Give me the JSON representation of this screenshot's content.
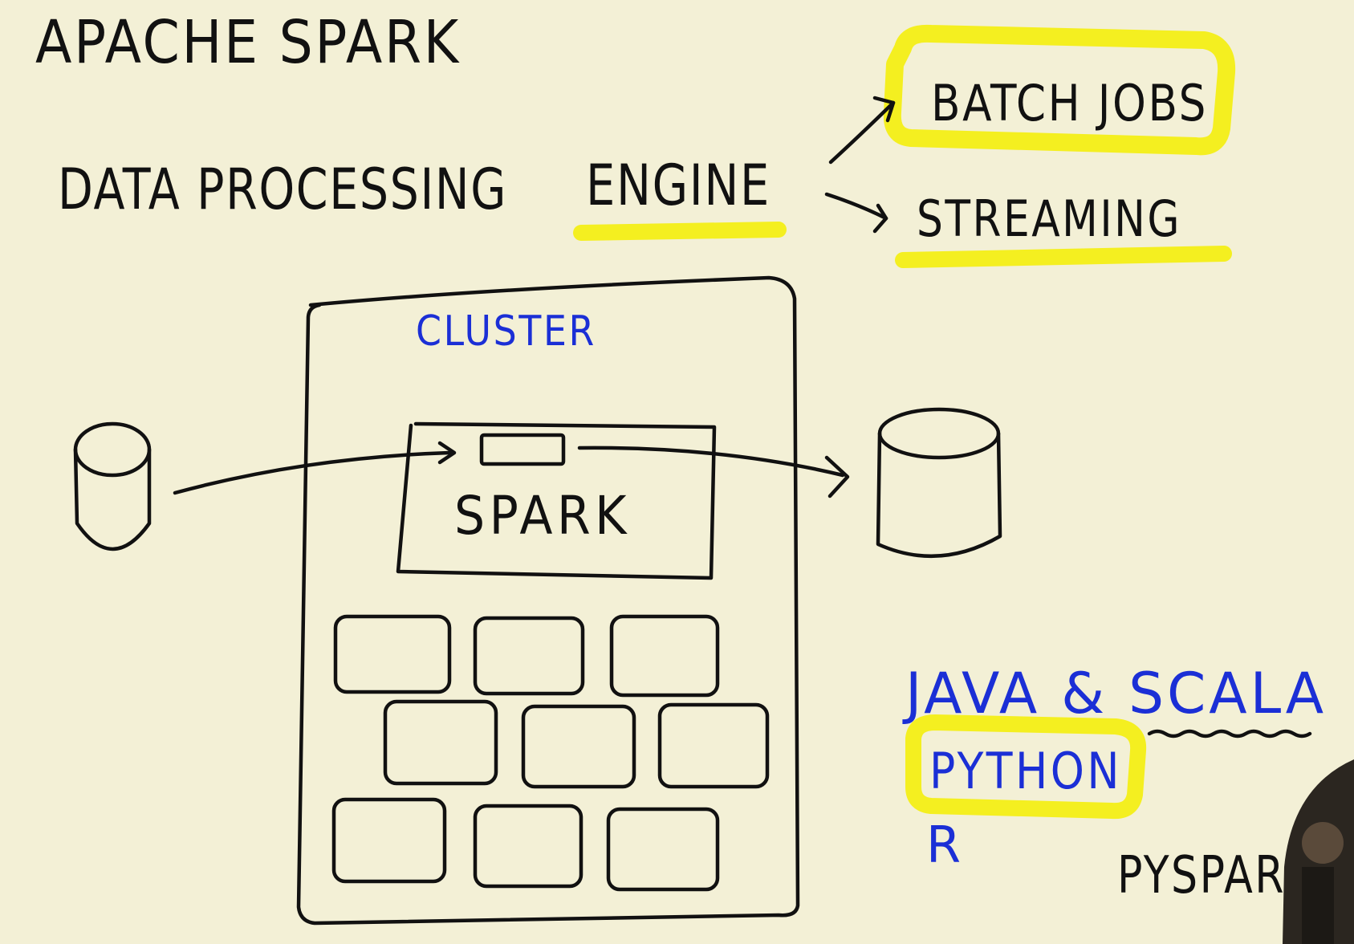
{
  "title": "APACHE SPARK",
  "engine_prefix": "DATA PROCESSING",
  "engine_word": "ENGINE",
  "modes": [
    "BATCH JOBS",
    "STREAMING"
  ],
  "cluster_label": "CLUSTER",
  "spark_label": "SPARK",
  "languages": [
    "JAVA & SCALA",
    "PYTHON",
    "R"
  ],
  "pyspark_label": "PYSPAR",
  "colors": {
    "paper": "#f3f0d6",
    "ink": "#111111",
    "blue_ink": "#1b2fd6",
    "highlight": "#f3ee16"
  }
}
